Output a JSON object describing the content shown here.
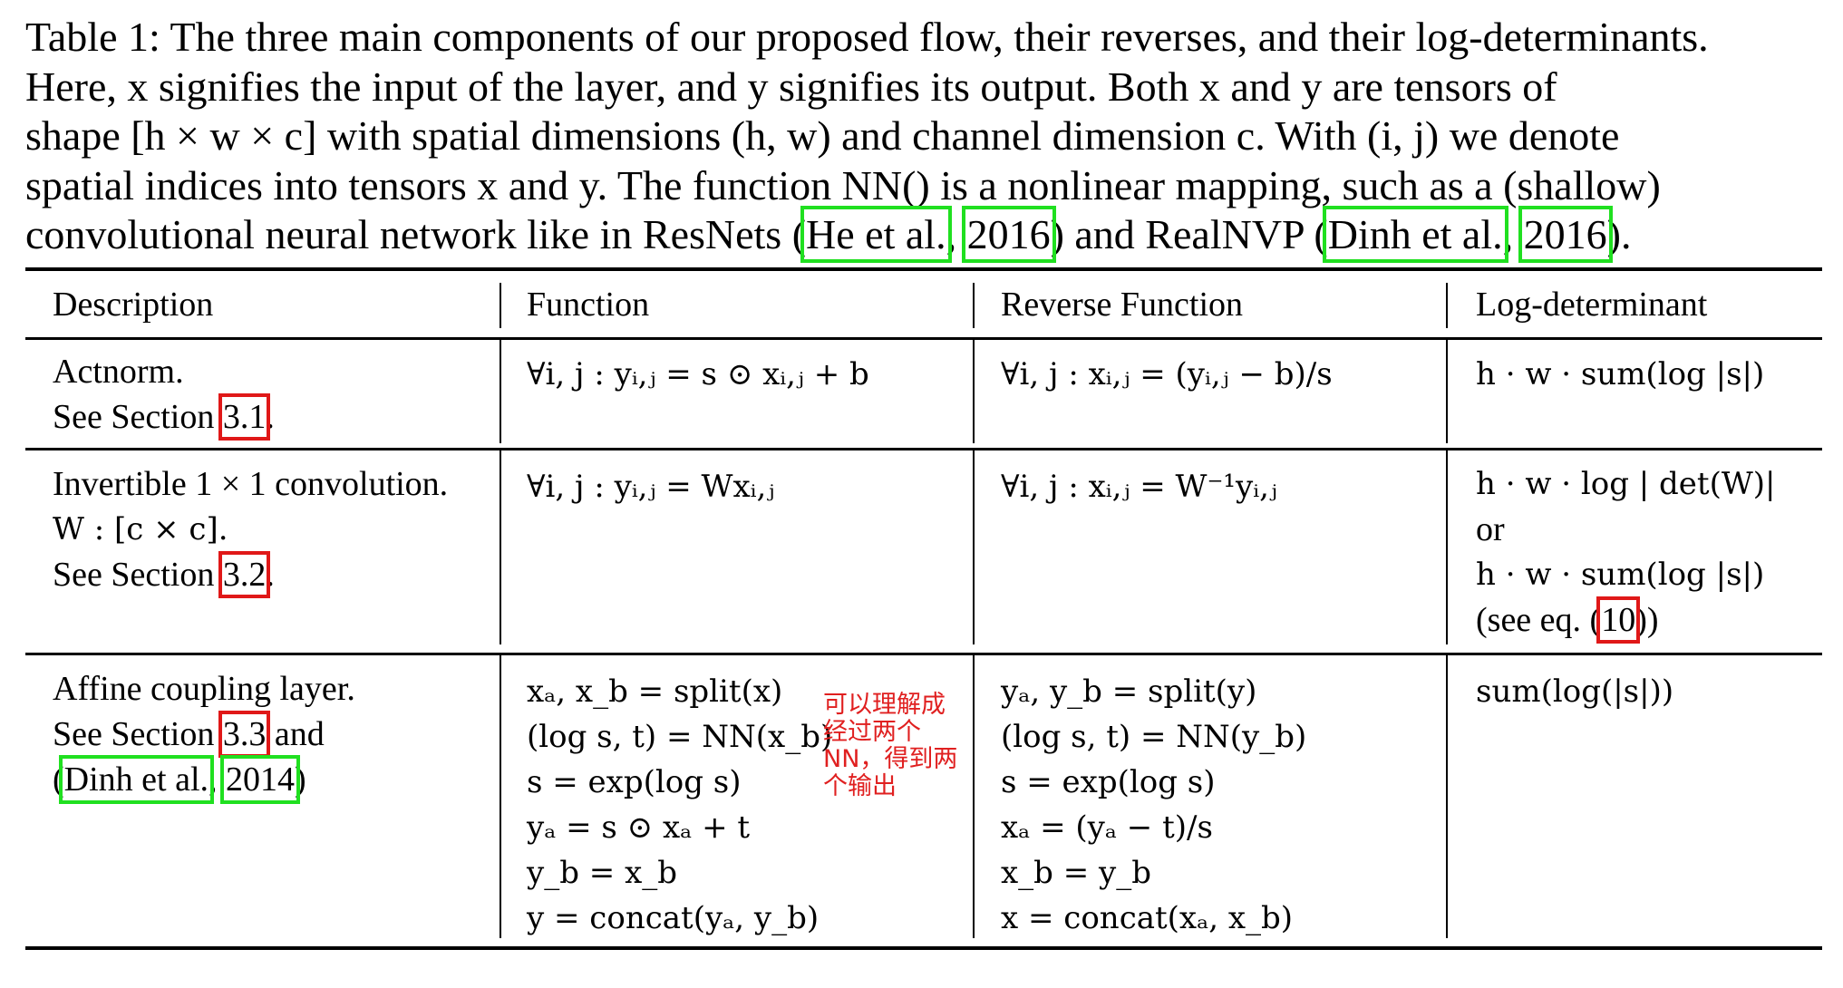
{
  "caption": {
    "lines": [
      "Table 1: The three main components of our proposed flow, their reverses, and their log-determinants.",
      "Here, x signifies the input of the layer, and y signifies its output.  Both x and y are tensors of",
      "shape [h × w × c] with spatial dimensions (h, w) and channel dimension c. With (i, j) we denote",
      "spatial indices into tensors x and y. The function NN() is a nonlinear mapping, such as a (shallow)"
    ],
    "last_prefix": "convolutional neural network like in ResNets (",
    "cite1_author": "He et al.",
    "cite1_year": "2016",
    "mid_text": ") and RealNVP (",
    "cite2_author": "Dinh et al.",
    "cite2_year": "2016",
    "end_text": ")."
  },
  "table": {
    "headers": [
      "Description",
      "Function",
      "Reverse Function",
      "Log-determinant"
    ],
    "row1": {
      "desc_line1": "Actnorm.",
      "desc_see": "See Section ",
      "desc_ref": "3.1",
      "desc_dot": ".",
      "function": "∀i, j : yᵢ,ⱼ = s ⊙ xᵢ,ⱼ + b",
      "reverse": "∀i, j : xᵢ,ⱼ = (yᵢ,ⱼ − b)/s",
      "logdet": "h · w · sum(log |s|)"
    },
    "row2": {
      "desc_line1": "Invertible 1 × 1 convolution.",
      "desc_line2": "W : [c × c].",
      "desc_see": "See Section ",
      "desc_ref": "3.2",
      "desc_dot": ".",
      "function": "∀i, j : yᵢ,ⱼ = Wxᵢ,ⱼ",
      "reverse": "∀i, j : xᵢ,ⱼ = W⁻¹yᵢ,ⱼ",
      "logdet_line1": "h · w · log | det(W)|",
      "logdet_line2": "or",
      "logdet_line3": "h · w · sum(log |s|)",
      "logdet_line4_prefix": "(see eq. (",
      "logdet_ref": "10",
      "logdet_line4_suffix": "))"
    },
    "row3": {
      "desc_line1": "Affine coupling layer.",
      "desc_see": "See Section ",
      "desc_ref": "3.3",
      "desc_and": " and",
      "desc_open": "(",
      "desc_cite_author": "Dinh et al.",
      "desc_sep": ", ",
      "desc_cite_year": "2014",
      "desc_close": ")",
      "function_lines": [
        "xₐ, x_b = split(x)",
        "(log s, t) = NN(x_b)",
        "s = exp(log s)",
        "yₐ = s ⊙ xₐ + t",
        "y_b = x_b",
        "y = concat(yₐ, y_b)"
      ],
      "reverse_lines": [
        "yₐ, y_b = split(y)",
        "(log s, t) = NN(y_b)",
        "s = exp(log s)",
        "xₐ = (yₐ − t)/s",
        "x_b = y_b",
        "x = concat(xₐ, x_b)"
      ],
      "logdet": "sum(log(|s|))"
    }
  },
  "annotation": "可以理解成经过两个NN，得到两个输出",
  "colors": {
    "citation_box": "#20e020",
    "reference_box": "#e01818",
    "annotation": "#e02020"
  }
}
